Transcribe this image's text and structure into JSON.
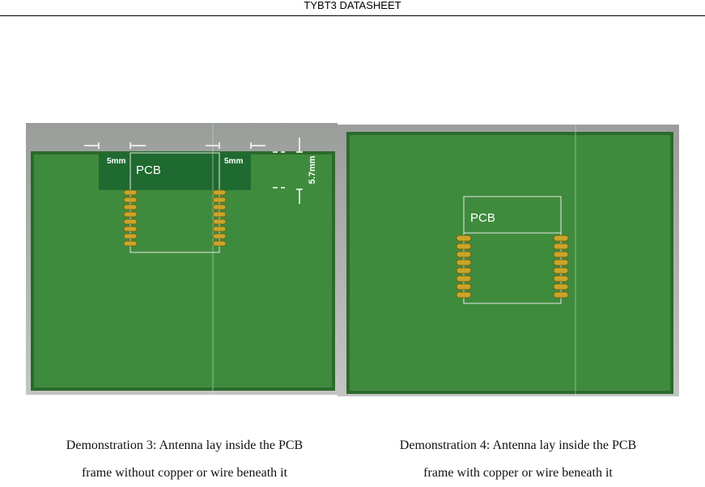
{
  "header": {
    "title": "TYBT3 DATASHEET"
  },
  "figures": [
    {
      "pcb_label": "PCB",
      "dim_left": "5mm",
      "dim_right": "5mm",
      "dim_vertical": "5.7mm",
      "caption_line1": "Demonstration 3: Antenna lay inside the PCB",
      "caption_line2": "frame without copper or wire beneath it"
    },
    {
      "pcb_label": "PCB",
      "caption_line1": "Demonstration 4: Antenna lay inside the PCB",
      "caption_line2": "frame with copper or wire beneath it"
    }
  ],
  "colors": {
    "board_green": "#3f8b3d",
    "board_edge": "#2f6e2e",
    "keepout_green": "#1f6a30",
    "pad_gold": "#c9a52a",
    "background_gray": "#a9aca9"
  }
}
